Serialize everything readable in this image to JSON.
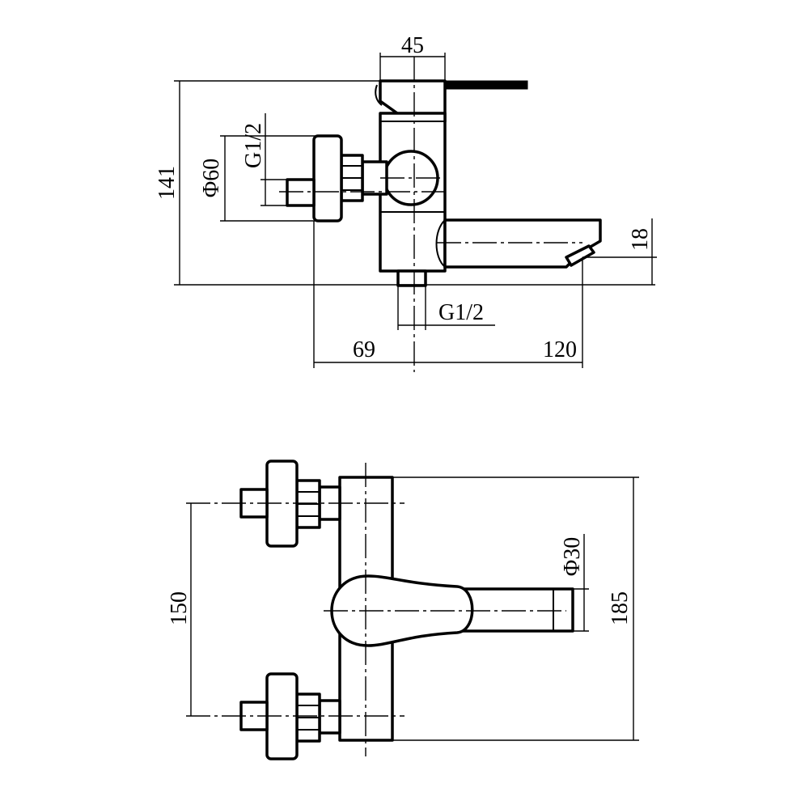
{
  "drawing": {
    "side_view": {
      "width": "45",
      "height": "141",
      "diameter": "Φ60",
      "thread_inlet": "G1/2",
      "thread_outlet": "G1/2",
      "spout_height": "18",
      "inlet_offset": "69",
      "spout_reach": "120"
    },
    "top_view": {
      "inlet_spacing": "150",
      "total_length": "185",
      "handle_diameter": "Φ30"
    }
  }
}
